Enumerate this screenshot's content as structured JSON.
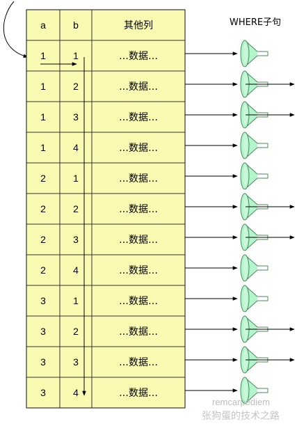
{
  "table": {
    "headers": [
      "a",
      "b",
      "其他列"
    ],
    "rows": [
      {
        "a": "1",
        "b": "1",
        "rest": "…数据…",
        "passes": false
      },
      {
        "a": "1",
        "b": "2",
        "rest": "…数据…",
        "passes": true
      },
      {
        "a": "1",
        "b": "3",
        "rest": "…数据…",
        "passes": true
      },
      {
        "a": "1",
        "b": "4",
        "rest": "…数据…",
        "passes": false
      },
      {
        "a": "2",
        "b": "1",
        "rest": "…数据…",
        "passes": false
      },
      {
        "a": "2",
        "b": "2",
        "rest": "…数据…",
        "passes": true
      },
      {
        "a": "2",
        "b": "3",
        "rest": "…数据…",
        "passes": true
      },
      {
        "a": "2",
        "b": "4",
        "rest": "…数据…",
        "passes": false
      },
      {
        "a": "3",
        "b": "1",
        "rest": "…数据…",
        "passes": false
      },
      {
        "a": "3",
        "b": "2",
        "rest": "…数据…",
        "passes": true
      },
      {
        "a": "3",
        "b": "3",
        "rest": "…数据…",
        "passes": true
      },
      {
        "a": "3",
        "b": "4",
        "rest": "…数据…",
        "passes": false
      }
    ]
  },
  "where_label": "WHERE子句",
  "watermark": {
    "line1": "remcarpediem",
    "line2": "张狗蛋的技术之路"
  },
  "colors": {
    "cell_fill": "#fafab3",
    "border": "#333333",
    "funnel_fill": "#b5f5cc",
    "funnel_stroke": "#4a8a5a",
    "arrow": "#000000"
  }
}
